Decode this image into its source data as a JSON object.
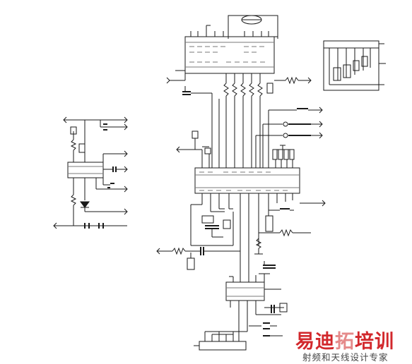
{
  "diagram": {
    "kind": "circuit-schematic",
    "colors": {
      "ink": "#1a1a1a",
      "light": "#7a7a7a",
      "paper": "#ffffff"
    }
  },
  "watermark": {
    "brand_part1": "易迪",
    "brand_part2": "拓",
    "brand_part3": "培训",
    "subtitle": "射频和天线设计专家",
    "colors": {
      "primary": "#d2282c",
      "accent": "#e58a8a",
      "subtitle": "#444444"
    }
  }
}
